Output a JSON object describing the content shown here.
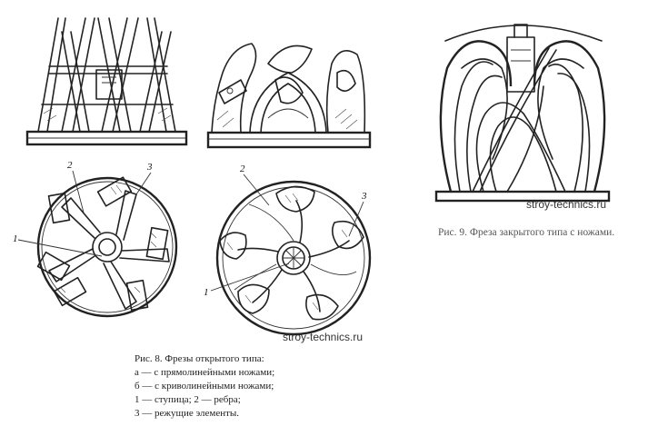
{
  "figure8": {
    "caption_lines": [
      "Рис. 8. Фрезы открытого типа:",
      "а — с прямолинейными ножами;",
      "б — с криволинейными ножами;",
      "1 — ступица; 2 — ребра;",
      "3 — режущие элементы."
    ],
    "labels": {
      "left_rib": "2",
      "left_cutter": "3",
      "left_hub": "1",
      "right_rib": "2",
      "right_cutter": "3",
      "right_hub": "1"
    },
    "watermark": "stroy-technics.ru"
  },
  "figure9": {
    "caption": "Рис. 9. Фреза закрытого типа с ножами.",
    "watermark": "stroy-technics.ru"
  }
}
